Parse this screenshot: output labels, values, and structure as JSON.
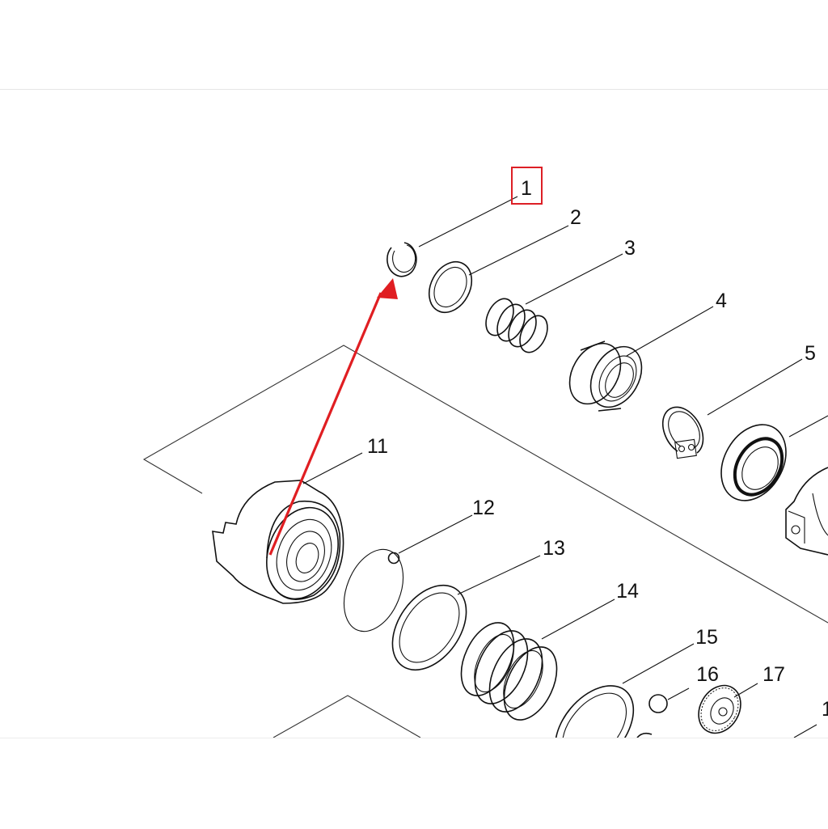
{
  "diagram": {
    "callouts": {
      "c1": "1",
      "c2": "2",
      "c3": "3",
      "c4": "4",
      "c5": "5",
      "c11": "11",
      "c12": "12",
      "c13": "13",
      "c14": "14",
      "c15": "15",
      "c16": "16",
      "c17": "17",
      "c18_partial": "1"
    },
    "highlight": {
      "target_callout": "1",
      "box_color": "#dd1f26",
      "arrow_color": "#e01e22"
    }
  }
}
